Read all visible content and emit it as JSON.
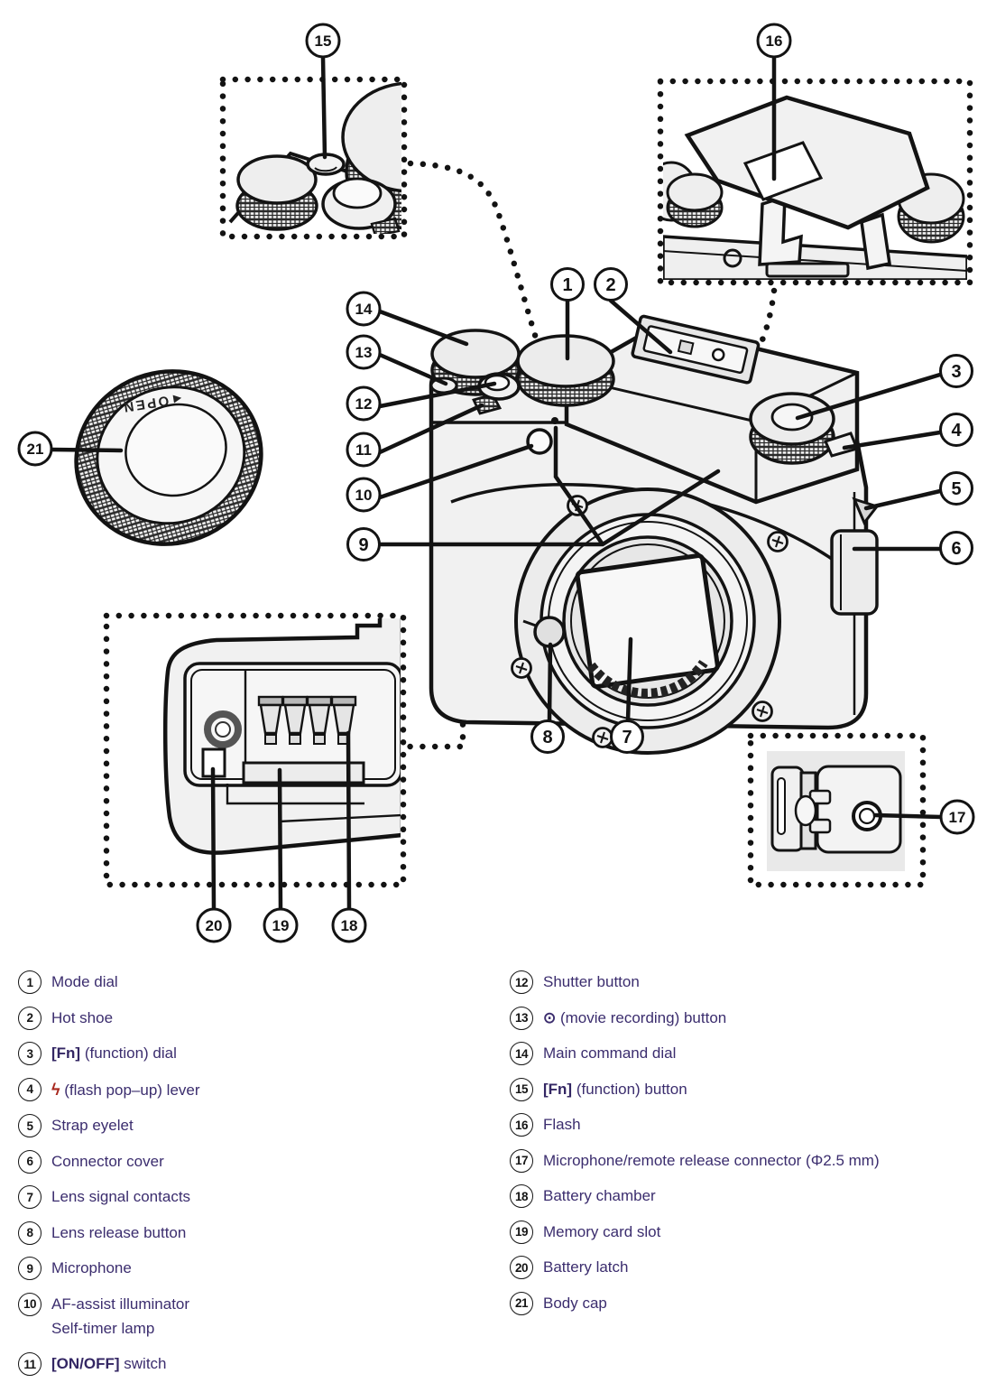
{
  "colors": {
    "ink": "#131313",
    "legend_text": "#3b2d6e",
    "bolt": "#a8281e",
    "body_fill": "#f1f1f1"
  },
  "body_cap": {
    "marking": "◄OPEN"
  },
  "callouts": {
    "c1": "1",
    "c2": "2",
    "c3": "3",
    "c4": "4",
    "c5": "5",
    "c6": "6",
    "c7": "7",
    "c8": "8",
    "c9": "9",
    "c10": "10",
    "c11": "11",
    "c12": "12",
    "c13": "13",
    "c14": "14",
    "c15": "15",
    "c16": "16",
    "c17": "17",
    "c18": "18",
    "c19": "19",
    "c20": "20",
    "c21": "21"
  },
  "legend": {
    "left": [
      {
        "num": "1",
        "label": "Mode dial"
      },
      {
        "num": "2",
        "label": "Hot shoe"
      },
      {
        "num": "3",
        "bold": "[Fn]",
        "label": "(function) dial"
      },
      {
        "num": "4",
        "icon": "flash-bolt",
        "label": "(flash pop–up) lever"
      },
      {
        "num": "5",
        "label": "Strap eyelet"
      },
      {
        "num": "6",
        "label": "Connector cover"
      },
      {
        "num": "7",
        "label": "Lens signal contacts"
      },
      {
        "num": "8",
        "label": "Lens release button"
      },
      {
        "num": "9",
        "label": "Microphone"
      },
      {
        "num": "10",
        "label": "AF-assist illuminator",
        "label2": "Self-timer lamp"
      },
      {
        "num": "11",
        "bold": "[ON/OFF]",
        "label": "switch"
      }
    ],
    "right": [
      {
        "num": "12",
        "label": "Shutter button"
      },
      {
        "num": "13",
        "icon": "movie-record",
        "label": "(movie recording) button"
      },
      {
        "num": "14",
        "label": "Main command dial"
      },
      {
        "num": "15",
        "bold": "[Fn]",
        "label": "(function) button"
      },
      {
        "num": "16",
        "label": "Flash"
      },
      {
        "num": "17",
        "label": "Microphone/remote release connector (Φ2.5 mm)"
      },
      {
        "num": "18",
        "label": "Battery chamber"
      },
      {
        "num": "19",
        "label": "Memory card slot"
      },
      {
        "num": "20",
        "label": "Battery latch"
      },
      {
        "num": "21",
        "label": "Body cap"
      }
    ]
  }
}
